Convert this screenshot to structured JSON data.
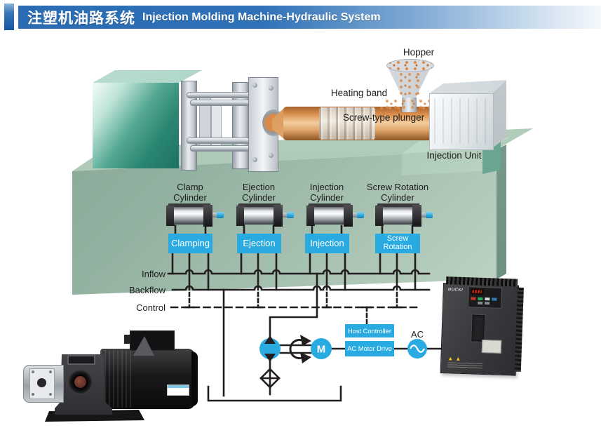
{
  "title": {
    "zh": "注塑机油路系统",
    "en": "Injection Molding Machine-Hydraulic System"
  },
  "machine_labels": {
    "hopper": "Hopper",
    "heating_band": "Heating band",
    "screw_plunger": "Screw-type plunger",
    "injection_unit": "Injection Unit"
  },
  "cylinders": [
    {
      "name_line1": "Clamp",
      "name_line2": "Cylinder",
      "box_label": "Clamping"
    },
    {
      "name_line1": "Ejection",
      "name_line2": "Cylinder",
      "box_label": "Ejection"
    },
    {
      "name_line1": "Injection",
      "name_line2": "Cylinder",
      "box_label": "Injection"
    },
    {
      "name_line1": "Screw Rotation",
      "name_line2": "Cylinder",
      "box_label": "Screw Rotation"
    }
  ],
  "flow_lines": {
    "inflow": "Inflow",
    "backflow": "Backflow",
    "control": "Control"
  },
  "schematic": {
    "motor_symbol": "M",
    "ac_label": "AC",
    "host_controller": "Host Controller",
    "ac_motor_drive": "AC Motor Drive"
  },
  "vfd": {
    "brand": "NUCKI"
  },
  "colors": {
    "accent_blue": "#29abe2",
    "title_blue": "#2a6cb3",
    "line": "#231f20",
    "platform_green": "#9cb9a8"
  }
}
